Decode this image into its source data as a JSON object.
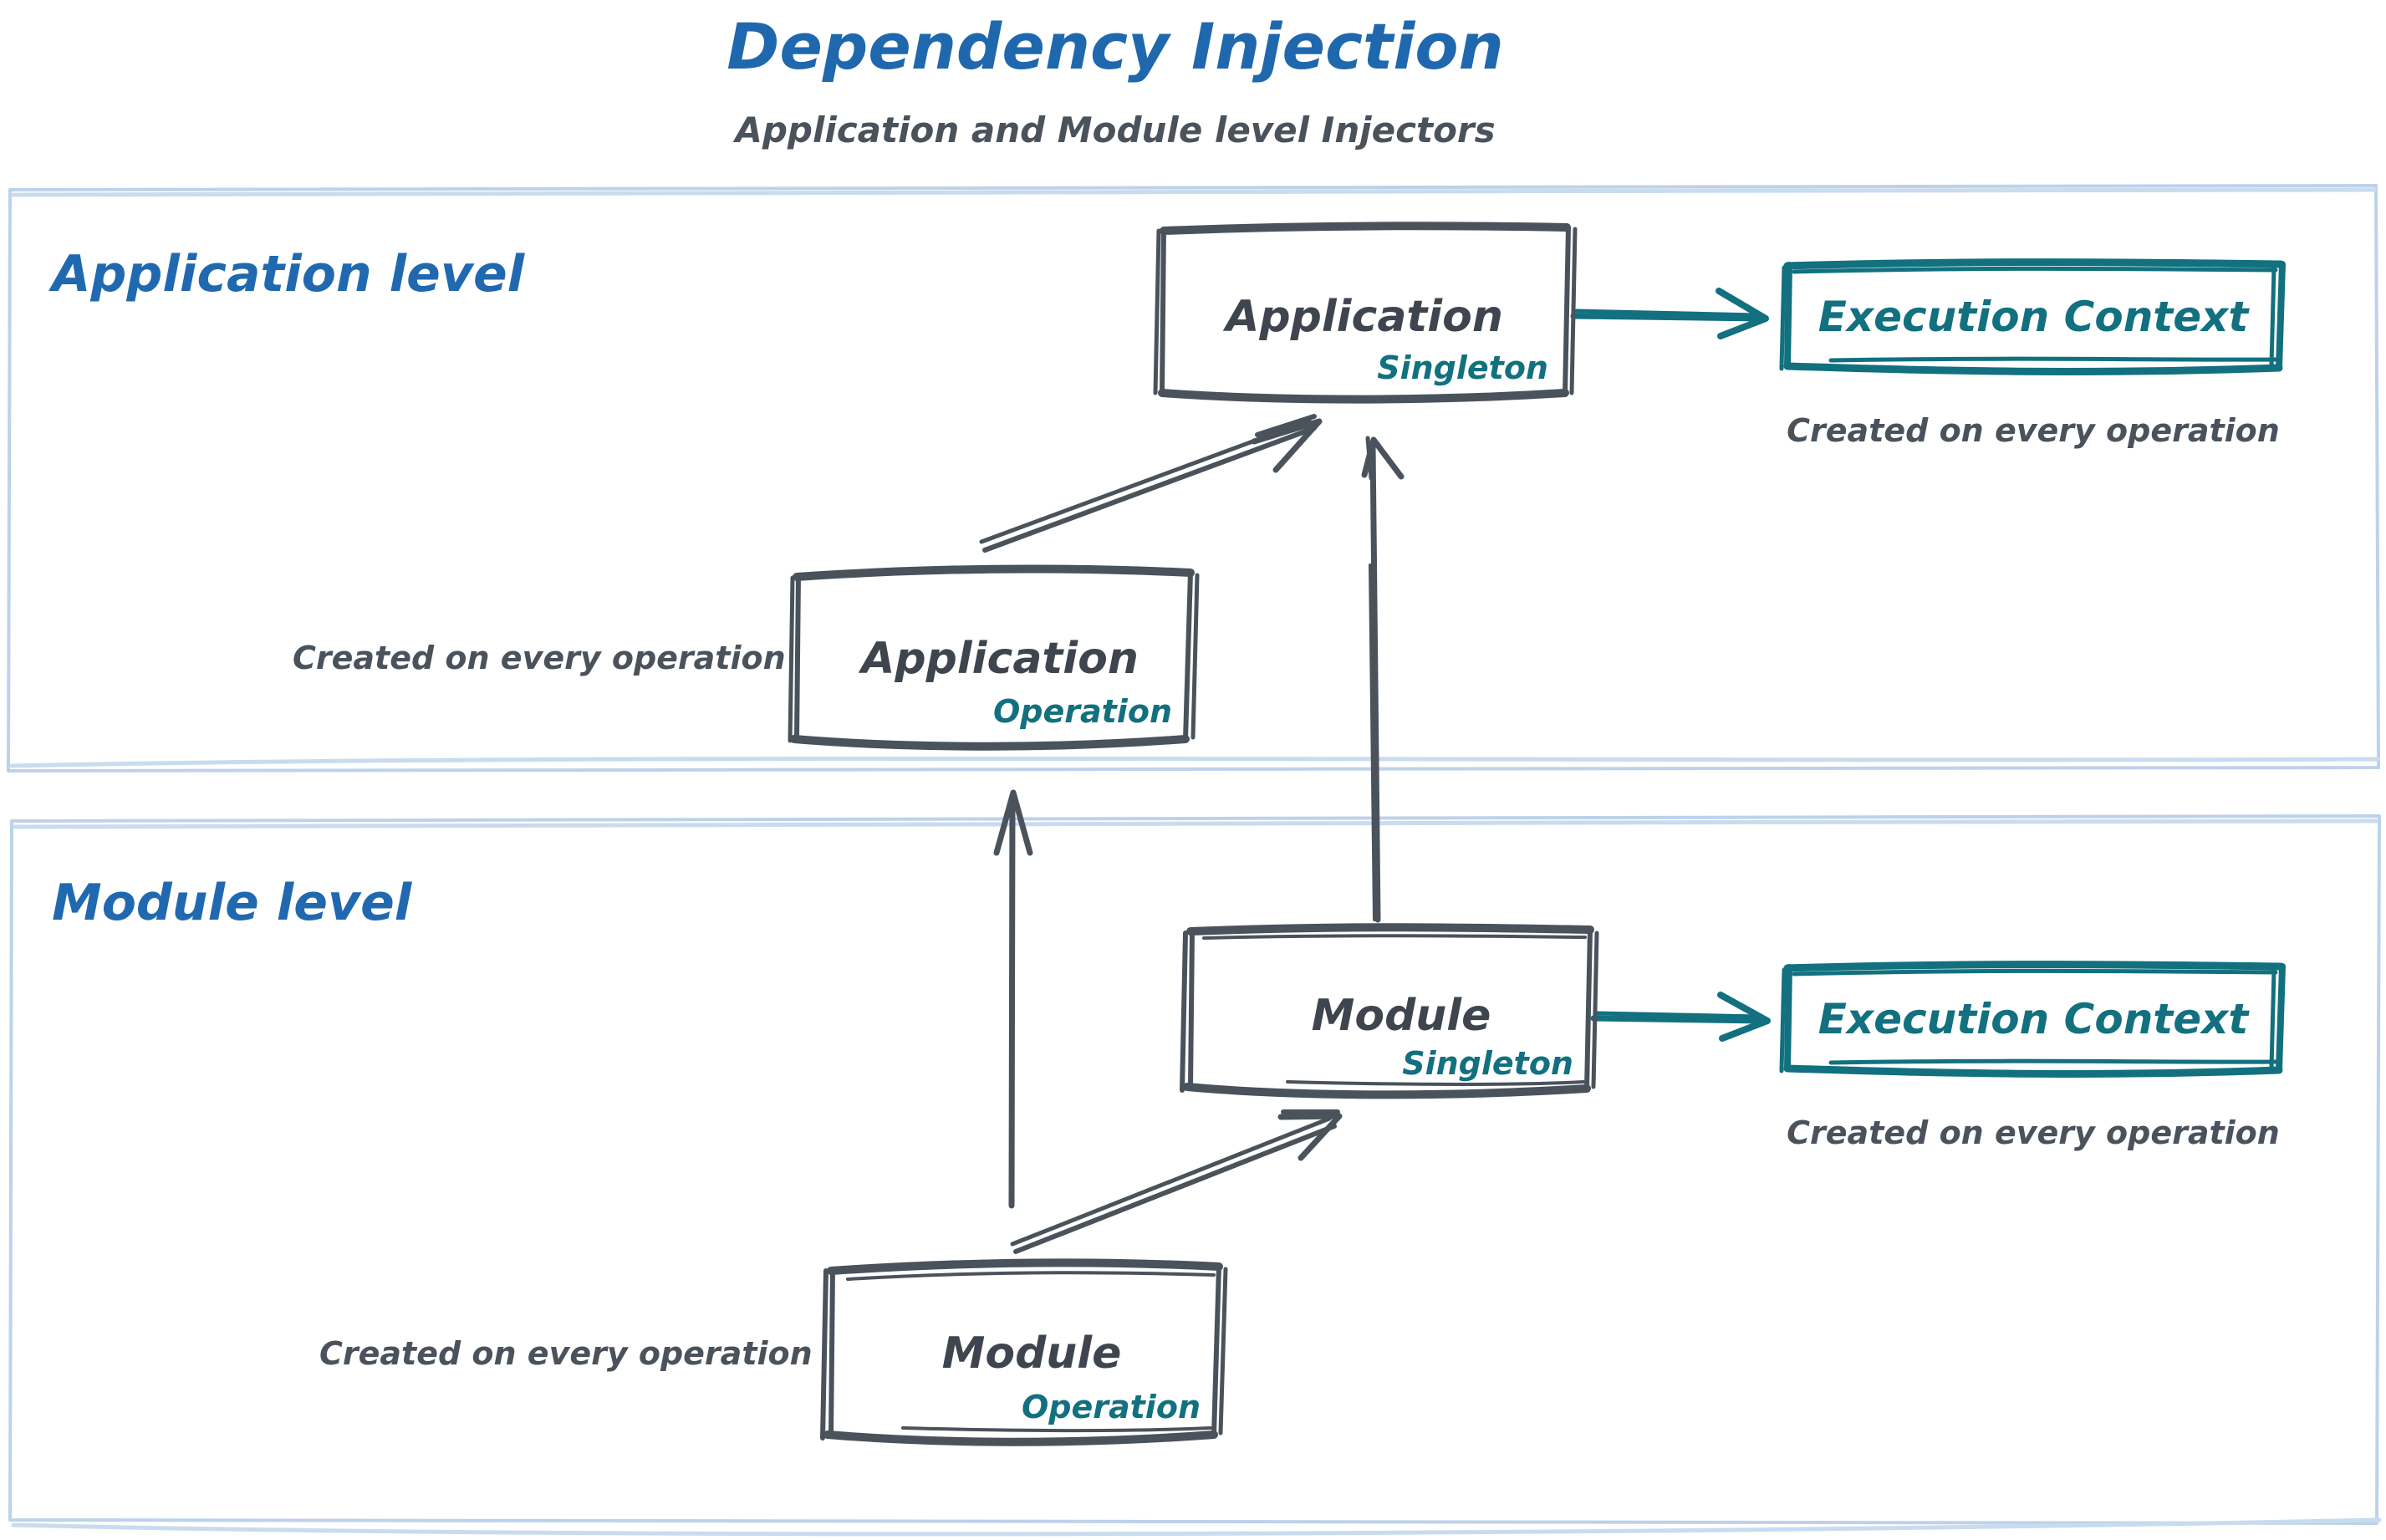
{
  "header": {
    "title": "Dependency Injection",
    "subtitle": "Application and Module level Injectors"
  },
  "colors": {
    "title_blue": "#1f68ae",
    "group_label_blue": "#2069b0",
    "group_border_blue": "#bdd2ea",
    "ink_dark": "#4a525c",
    "teal": "#12707f",
    "background": "#ffffff"
  },
  "groups": [
    {
      "id": "application-level",
      "label": "Application level"
    },
    {
      "id": "module-level",
      "label": "Module level"
    }
  ],
  "nodes": {
    "application_singleton": {
      "title": "Application",
      "scope": "Singleton"
    },
    "application_operation": {
      "title": "Application",
      "scope": "Operation",
      "caption": "Created on every operation"
    },
    "application_execution_context": {
      "title": "Execution Context",
      "caption": "Created on every operation"
    },
    "module_singleton": {
      "title": "Module",
      "scope": "Singleton"
    },
    "module_operation": {
      "title": "Module",
      "scope": "Operation",
      "caption": "Created on every operation"
    },
    "module_execution_context": {
      "title": "Execution Context",
      "caption": "Created on every operation"
    }
  },
  "edges": [
    {
      "id": "app-singleton-to-app-exec-context",
      "from": "application_singleton",
      "to": "application_execution_context",
      "style": "teal-arrow"
    },
    {
      "id": "app-operation-to-app-singleton",
      "from": "application_operation",
      "to": "application_singleton",
      "style": "dark-arrow"
    },
    {
      "id": "module-singleton-to-app-singleton",
      "from": "module_singleton",
      "to": "application_singleton",
      "style": "dark-arrow"
    },
    {
      "id": "module-singleton-to-module-exec-context",
      "from": "module_singleton",
      "to": "module_execution_context",
      "style": "teal-arrow"
    },
    {
      "id": "module-operation-to-module-singleton",
      "from": "module_operation",
      "to": "module_singleton",
      "style": "dark-arrow"
    },
    {
      "id": "module-operation-to-app-operation",
      "from": "module_operation",
      "to": "application_operation",
      "style": "dark-arrow"
    }
  ]
}
